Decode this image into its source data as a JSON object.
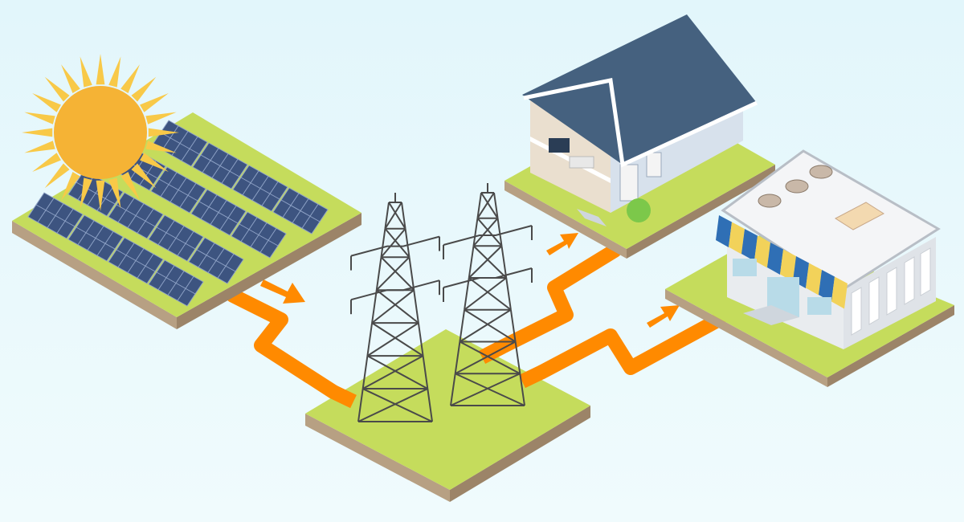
{
  "title": "",
  "colors": {
    "background_top": "#e2f6fb",
    "background_bottom": "#f0fbfd",
    "grass": "#c5dc5c",
    "grass_edge": "#b2cc4a",
    "soil_left": "#b7a083",
    "soil_right": "#9c8468",
    "energy_flow": "#ff8a00",
    "sun": "#f5b335",
    "sun_rays": "#f8c948",
    "panel": "#3d5480",
    "panel_grid": "#8ea2c6",
    "tower": "#4a4a4a",
    "roof": "#45617f",
    "wall": "#d7e1ec",
    "shop_wall": "#e9ecef",
    "awning_blue": "#2f6fb5",
    "awning_yellow": "#f2d25a"
  },
  "elements": [
    "sun-icon",
    "solar-farm",
    "transmission-towers",
    "house",
    "shop",
    "energy-flow-arrows"
  ]
}
